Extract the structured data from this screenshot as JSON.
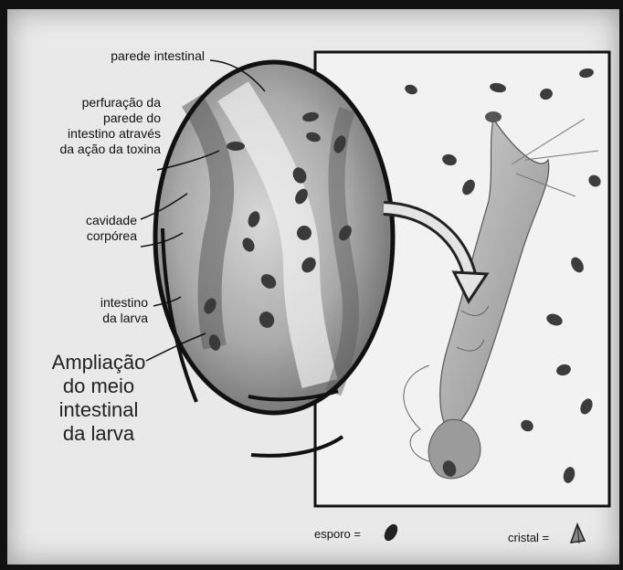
{
  "labels": {
    "parede_intestinal": "parede intestinal",
    "perfuracao": [
      "perfuração da",
      "parede do",
      "intestino através",
      "da ação da toxina"
    ],
    "cavidade": [
      "cavidade",
      "corpórea"
    ],
    "intestino_larva": [
      "intestino",
      "da larva"
    ],
    "ampliacao": [
      "Ampliação",
      "do meio",
      "intestinal",
      "da larva"
    ]
  },
  "legend": {
    "esporo": "esporo =",
    "cristal": "cristal ="
  },
  "colors": {
    "ink": "#111111",
    "shade": "#8a8a8a",
    "paper": "#e9e9e9"
  }
}
